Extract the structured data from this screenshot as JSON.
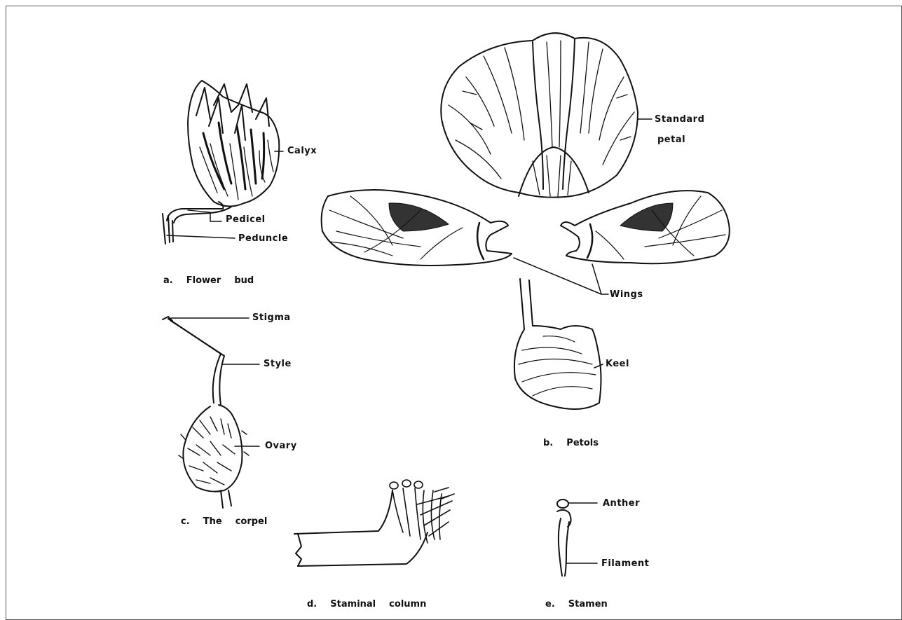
{
  "figure": {
    "bud": {
      "caption": "a.  Flower  bud",
      "labels": {
        "calyx": "Calyx",
        "pedicel": "Pedicel",
        "peduncle": "Peduncle"
      }
    },
    "petals": {
      "caption": "b.  Petols",
      "labels": {
        "standard_line1": "Standard",
        "standard_line2": "petal",
        "wings": "Wings",
        "keel": "Keel"
      }
    },
    "carpel": {
      "caption": "c.  The  corpel",
      "labels": {
        "stigma": "Stigma",
        "style": "Style",
        "ovary": "Ovary"
      }
    },
    "staminal_column": {
      "caption": "d.  Staminal  column"
    },
    "stamen": {
      "caption": "e.  Stamen",
      "labels": {
        "anther": "Anther",
        "filament": "Filament"
      }
    }
  }
}
